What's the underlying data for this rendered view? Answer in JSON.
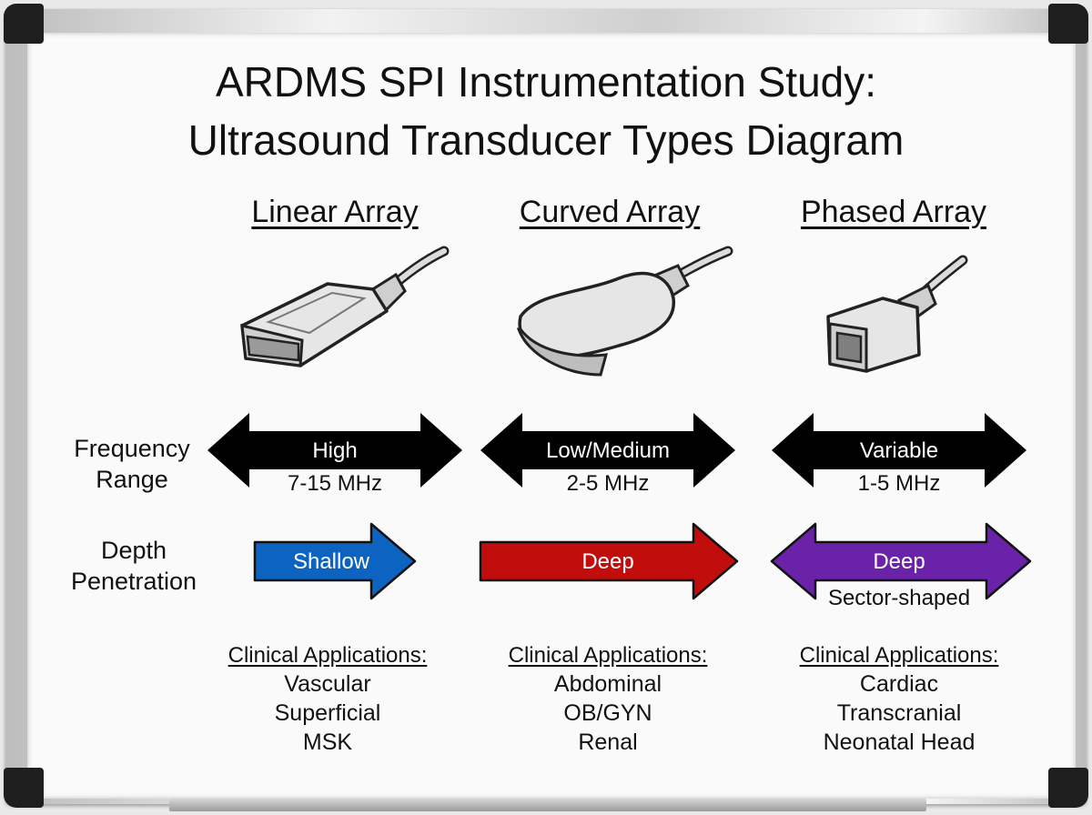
{
  "title_line1": "ARDMS SPI Instrumentation Study:",
  "title_line2": "Ultrasound Transducer Types Diagram",
  "rows": {
    "frequency": [
      "Frequency",
      "Range"
    ],
    "depth": [
      "Depth",
      "Penetration"
    ]
  },
  "transducers": [
    {
      "name": "Linear Array",
      "frequency_label": "High",
      "frequency_range": "7-15 MHz",
      "depth_label": "Shallow",
      "depth_note": "",
      "depth_color": "#0d63c0",
      "applications_heading": "Clinical Applications:",
      "applications": [
        "Vascular",
        "Superficial",
        "MSK"
      ]
    },
    {
      "name": "Curved Array",
      "frequency_label": "Low/Medium",
      "frequency_range": "2-5 MHz",
      "depth_label": "Deep",
      "depth_note": "",
      "depth_color": "#c20d0d",
      "applications_heading": "Clinical Applications:",
      "applications": [
        "Abdominal",
        "OB/GYN",
        "Renal"
      ]
    },
    {
      "name": "Phased Array",
      "frequency_label": "Variable",
      "frequency_range": "1-5 MHz",
      "depth_label": "Deep",
      "depth_note": "Sector-shaped",
      "depth_color": "#6a22a8",
      "applications_heading": "Clinical Applications:",
      "applications": [
        "Cardiac",
        "Transcranial",
        "Neonatal Head"
      ]
    }
  ]
}
